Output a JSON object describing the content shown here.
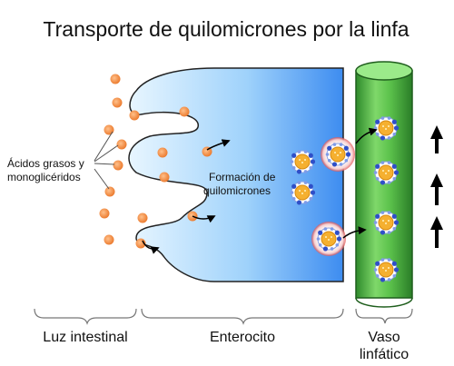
{
  "title": "Transporte de quilomicrones por la linfa",
  "labels": {
    "fatty_acids_line1": "Ácidos grasos y",
    "fatty_acids_line2": "monoglicéridos",
    "formation_line1": "Formación de",
    "formation_line2": "quilomicrones",
    "lumen": "Luz intestinal",
    "enterocyte": "Enterocito",
    "vessel_line1": "Vaso",
    "vessel_line2": "linfático"
  },
  "colors": {
    "fatty_acid_dot": "#f08a40",
    "enterocyte_fill_light": "#e8f6ff",
    "enterocyte_fill_dark": "#3d8cf0",
    "lymph_vessel": "#3fa83a",
    "lymph_vessel_light": "#9bea8a",
    "chylomicron_core": "#f5b030",
    "chylomicron_protein": "#2f4fc8",
    "chylomicron_halo": "#e04a4a",
    "arrow": "#000000"
  }
}
